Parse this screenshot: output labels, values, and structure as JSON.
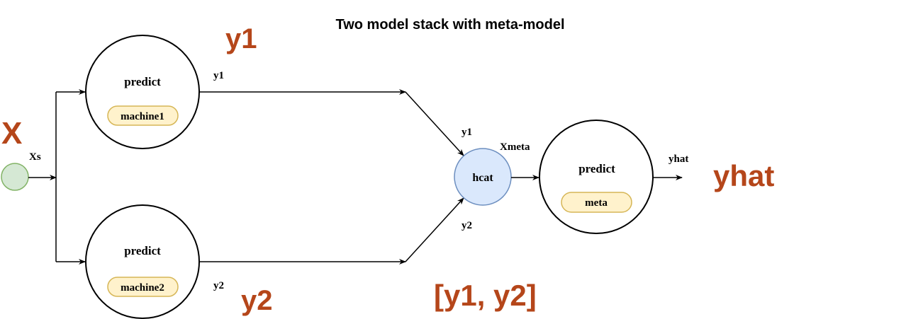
{
  "diagram": {
    "title": "Two model stack with meta-model",
    "input": {
      "big_label": "X",
      "edge_label": "Xs",
      "fill": "#d5e8d4",
      "stroke": "#82b366"
    },
    "model1": {
      "op": "predict",
      "machine": "machine1",
      "edge_label": "y1",
      "big_label": "y1"
    },
    "model2": {
      "op": "predict",
      "machine": "machine2",
      "edge_label": "y2",
      "big_label": "y2"
    },
    "hcat": {
      "label": "hcat",
      "in_label_1": "y1",
      "in_label_2": "y2",
      "out_label": "Xmeta",
      "big_label": "[y1, y2]",
      "fill": "#dae8fc",
      "stroke": "#6c8ebf"
    },
    "meta": {
      "op": "predict",
      "machine": "meta",
      "out_label": "yhat",
      "big_label": "yhat"
    },
    "colors": {
      "annotation": "#b5461a",
      "machine_fill": "#fff2cc",
      "machine_stroke": "#d6b656",
      "line": "#000000"
    }
  }
}
